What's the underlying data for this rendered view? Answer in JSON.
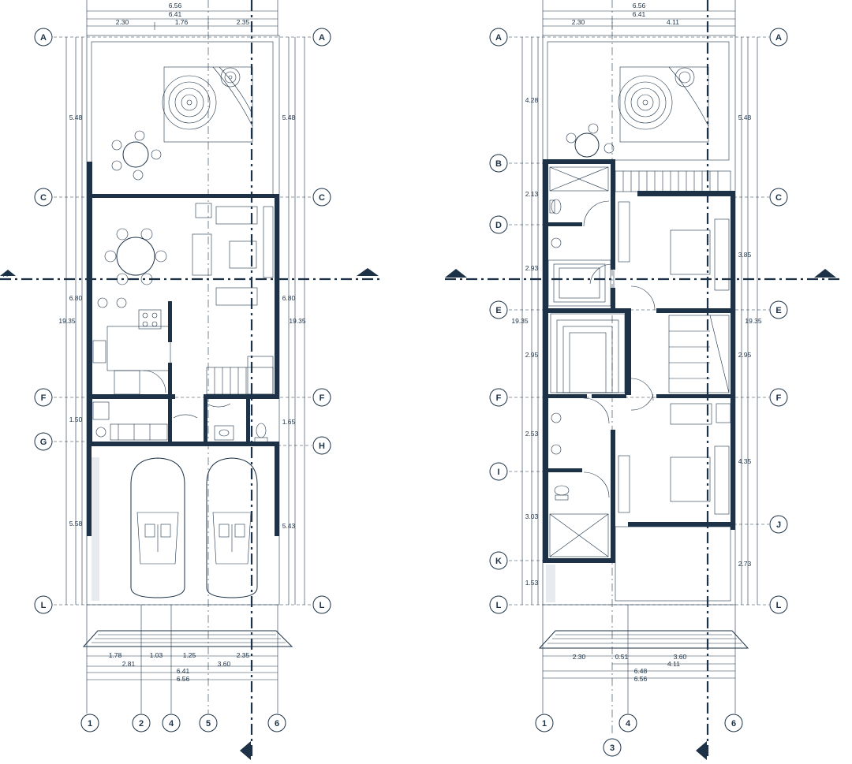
{
  "plans": [
    {
      "id": "ground",
      "top_dims": [
        "6.56",
        "6.41",
        "2.30",
        "1.76",
        "2.35"
      ],
      "bottom_dims": [
        "1.78",
        "1.03",
        "1.25",
        "2.35",
        "2.81",
        "3.60",
        "6.41",
        "6.56"
      ],
      "left_dims": [
        "5.48",
        "6.80",
        "19.35",
        "1.50",
        "5.58"
      ],
      "right_dims": [
        "5.48",
        "6.80",
        "19.35",
        "1.65",
        "5.43"
      ],
      "left_axes": [
        "A",
        "C",
        "F",
        "G",
        "L"
      ],
      "right_axes": [
        "A",
        "C",
        "F",
        "H",
        "L"
      ],
      "bottom_axes": [
        "1",
        "2",
        "4",
        "5",
        "6"
      ],
      "section_mark": "A",
      "cut_mark": "1"
    },
    {
      "id": "upper",
      "top_dims": [
        "6.56",
        "6.41",
        "2.30",
        "4.11"
      ],
      "bottom_dims": [
        "2.30",
        "0.51",
        "3.60",
        "6.48",
        "4.11",
        "6.56"
      ],
      "left_dims": [
        "4.28",
        "2.13",
        "2.93",
        "19.35",
        "2.95",
        "2.53",
        "3.03",
        "1.53"
      ],
      "right_dims": [
        "5.48",
        "3.85",
        "19.35",
        "2.95",
        "4.35",
        "2.73"
      ],
      "left_axes": [
        "A",
        "B",
        "D",
        "E",
        "F",
        "I",
        "K",
        "L"
      ],
      "right_axes": [
        "A",
        "C",
        "E",
        "F",
        "J",
        "L"
      ],
      "bottom_axes": [
        "1",
        "4",
        "6",
        "3"
      ],
      "section_mark": "A",
      "cut_mark": "1"
    }
  ]
}
